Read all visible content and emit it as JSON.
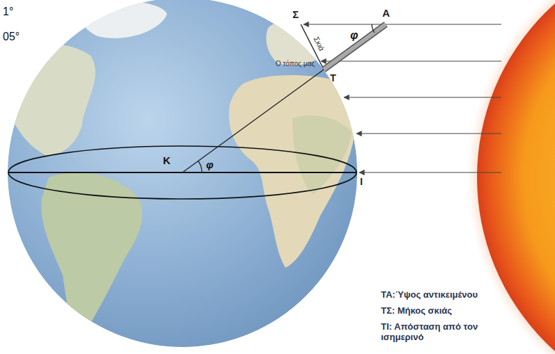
{
  "diagram": {
    "labels": [
      "1°",
      "05°",
      "Σ",
      "Α",
      "φ",
      "Σκιά",
      "Ο τόπος μας",
      "Τ",
      "Κ",
      "φ",
      "Ι",
      "ΤΑ:Ύψος αντικειμένου",
      "ΤΣ: Μήκος σκιάς",
      "ΤΙ: Απόσταση από τον ισημερινό"
    ]
  }
}
